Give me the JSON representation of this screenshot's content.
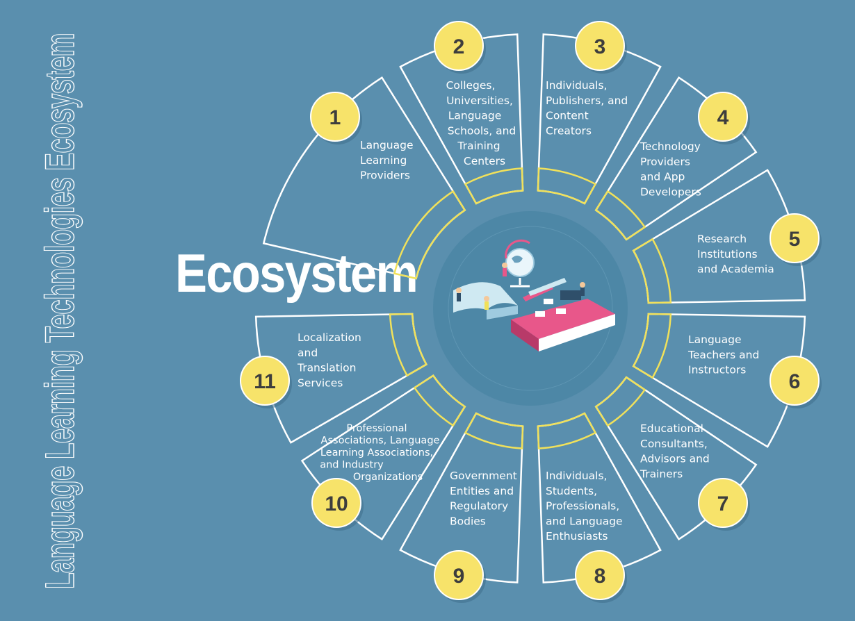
{
  "side_title": "Language Learning Technologies Ecosystem",
  "main_title": "Ecosystem",
  "colors": {
    "background": "#5a8fae",
    "outline": "#ffffff",
    "inner_band": "#f1e15a",
    "badge_fill": "#f7e36a",
    "badge_text": "#3d3d3d",
    "center_disc": "#4d87a6"
  },
  "center_icon": "education-books-globe-illustration",
  "segments": [
    {
      "number": "1",
      "lines": [
        "Language",
        "Learning",
        "Providers"
      ]
    },
    {
      "number": "2",
      "lines": [
        "Colleges,",
        "Universities,",
        "Language",
        "Schools, and",
        "Training",
        "Centers"
      ]
    },
    {
      "number": "3",
      "lines": [
        "Individuals,",
        "Publishers, and",
        "Content",
        "Creators"
      ]
    },
    {
      "number": "4",
      "lines": [
        "Technology",
        "Providers",
        "and App",
        "Developers"
      ]
    },
    {
      "number": "5",
      "lines": [
        "Research",
        "Institutions",
        "and Academia"
      ]
    },
    {
      "number": "6",
      "lines": [
        "Language",
        "Teachers and",
        "Instructors"
      ]
    },
    {
      "number": "7",
      "lines": [
        "Educational",
        "Consultants,",
        "Advisors and",
        "Trainers"
      ]
    },
    {
      "number": "8",
      "lines": [
        "Individuals,",
        "Students,",
        "Professionals,",
        "and Language",
        "Enthusiasts"
      ]
    },
    {
      "number": "9",
      "lines": [
        "Government",
        "Entities and",
        "Regulatory",
        "Bodies"
      ]
    },
    {
      "number": "10",
      "lines": [
        "Professional",
        "Associations, Language",
        "Learning Associations,",
        "and Industry",
        "Organizations"
      ]
    },
    {
      "number": "11",
      "lines": [
        "Localization",
        "and",
        "Translation",
        "Services"
      ]
    }
  ]
}
